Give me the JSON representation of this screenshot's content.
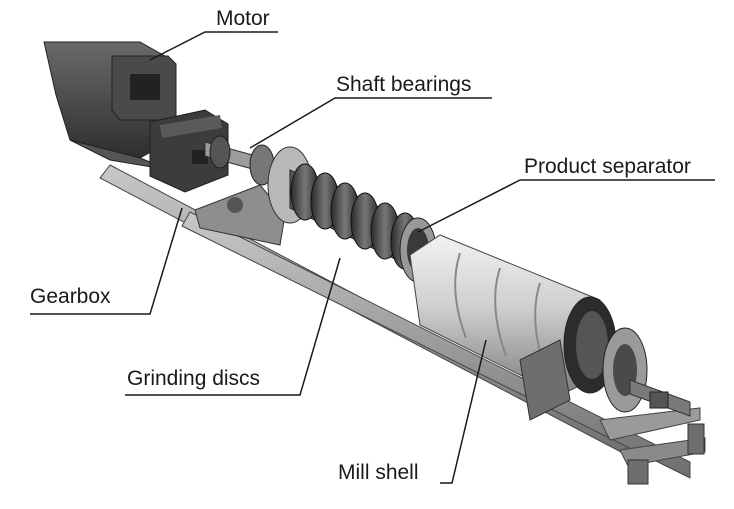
{
  "labels": {
    "motor": "Motor",
    "shaft_bearings": "Shaft bearings",
    "product_separator": "Product separator",
    "gearbox": "Gearbox",
    "grinding_discs": "Grinding discs",
    "mill_shell": "Mill shell"
  },
  "colors": {
    "background": "#ffffff",
    "machine_dark": "#3a3a3a",
    "machine_mid": "#8c8c8c",
    "machine_light": "#d4d4d4",
    "leader_line": "#1a1a1a"
  }
}
